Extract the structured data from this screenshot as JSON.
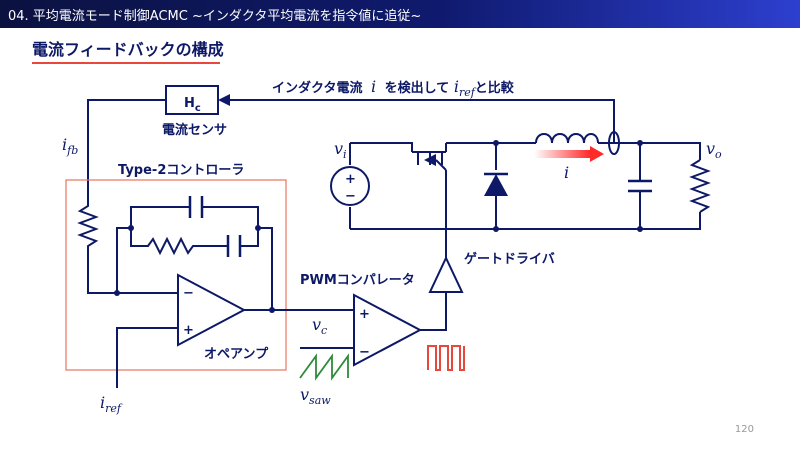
{
  "header": {
    "title": "04. 平均電流モード制御ACMC ~インダクタ平均電流を指令値に追従~"
  },
  "section_title": "電流フィードバックの構成",
  "page_number": "120",
  "labels": {
    "inductor_caption": "インダクタ電流",
    "inductor_symbol": "i",
    "inductor_caption_mid": "を検出して",
    "iref_symbol": "i",
    "iref_sub": "ref",
    "inductor_caption_end": "と比較",
    "sensor_box_main": "H",
    "sensor_box_sub": "c",
    "sensor_caption": "電流センサ",
    "ifb_symbol": "i",
    "ifb_sub": "fb",
    "controller": "Type-2コントローラ",
    "opamp": "オペアンプ",
    "iref_in_symbol": "i",
    "iref_in_sub": "ref",
    "pwm": "PWMコンパレータ",
    "vc_symbol": "v",
    "vc_sub": "c",
    "vsaw_symbol": "v",
    "vsaw_sub": "saw",
    "gate_driver": "ゲートドライバ",
    "vi_symbol": "v",
    "vi_sub": "i",
    "vo_symbol": "v",
    "vo_sub": "o",
    "current_arrow_symbol": "i",
    "minus": "−",
    "plus": "+"
  },
  "colors": {
    "wire": "#0d1966",
    "accent_red": "#e8473b",
    "controller_box": "#e8735f",
    "current_arrow": "#ff2a2a"
  }
}
